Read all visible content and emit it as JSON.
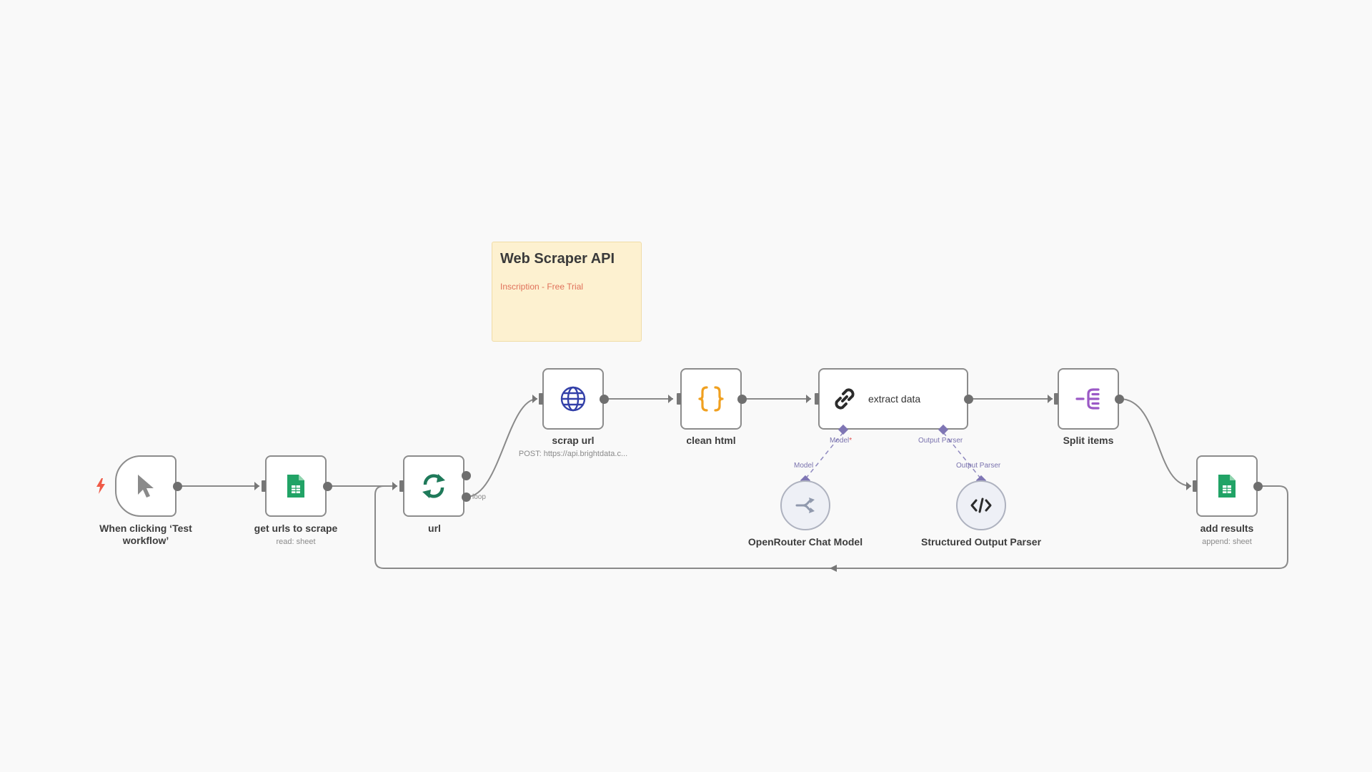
{
  "sticky_note": {
    "title": "Web Scraper API",
    "link_text": "Inscription - Free Trial"
  },
  "nodes": {
    "trigger": {
      "label": "When clicking ‘Test workflow’",
      "icon": "cursor-icon"
    },
    "get_urls": {
      "label": "get urls to scrape",
      "sublabel": "read: sheet",
      "icon": "google-sheets-icon"
    },
    "loop": {
      "label": "url",
      "port_label": "loop",
      "icon": "refresh-loop-icon"
    },
    "scrap_url": {
      "label": "scrap url",
      "sublabel": "POST: https://api.brightdata.c...",
      "icon": "globe-icon"
    },
    "clean_html": {
      "label": "clean html",
      "icon": "curly-braces-icon"
    },
    "extract_data": {
      "label": "extract data",
      "port_model": "Model",
      "port_model_required": "*",
      "port_parser": "Output Parser",
      "icon": "link-chain-icon"
    },
    "split_items": {
      "label": "Split items",
      "icon": "split-items-icon"
    },
    "add_results": {
      "label": "add results",
      "sublabel": "append: sheet",
      "icon": "google-sheets-icon"
    },
    "openrouter": {
      "label": "OpenRouter Chat Model",
      "port_label": "Model",
      "icon": "openrouter-icon"
    },
    "output_parser": {
      "label": "Structured Output Parser",
      "port_label": "Output Parser",
      "icon": "code-brackets-icon"
    }
  },
  "colors": {
    "sheets_green": "#21a366",
    "globe_blue": "#3340a8",
    "braces_orange": "#f0a020",
    "loop_green": "#1f7a5a",
    "split_purple": "#9b59c6",
    "ai_port_purple": "#7f76b4",
    "note_bg": "#fdf1d0",
    "note_link": "#e0715a",
    "trigger_bolt": "#ef5a47"
  }
}
